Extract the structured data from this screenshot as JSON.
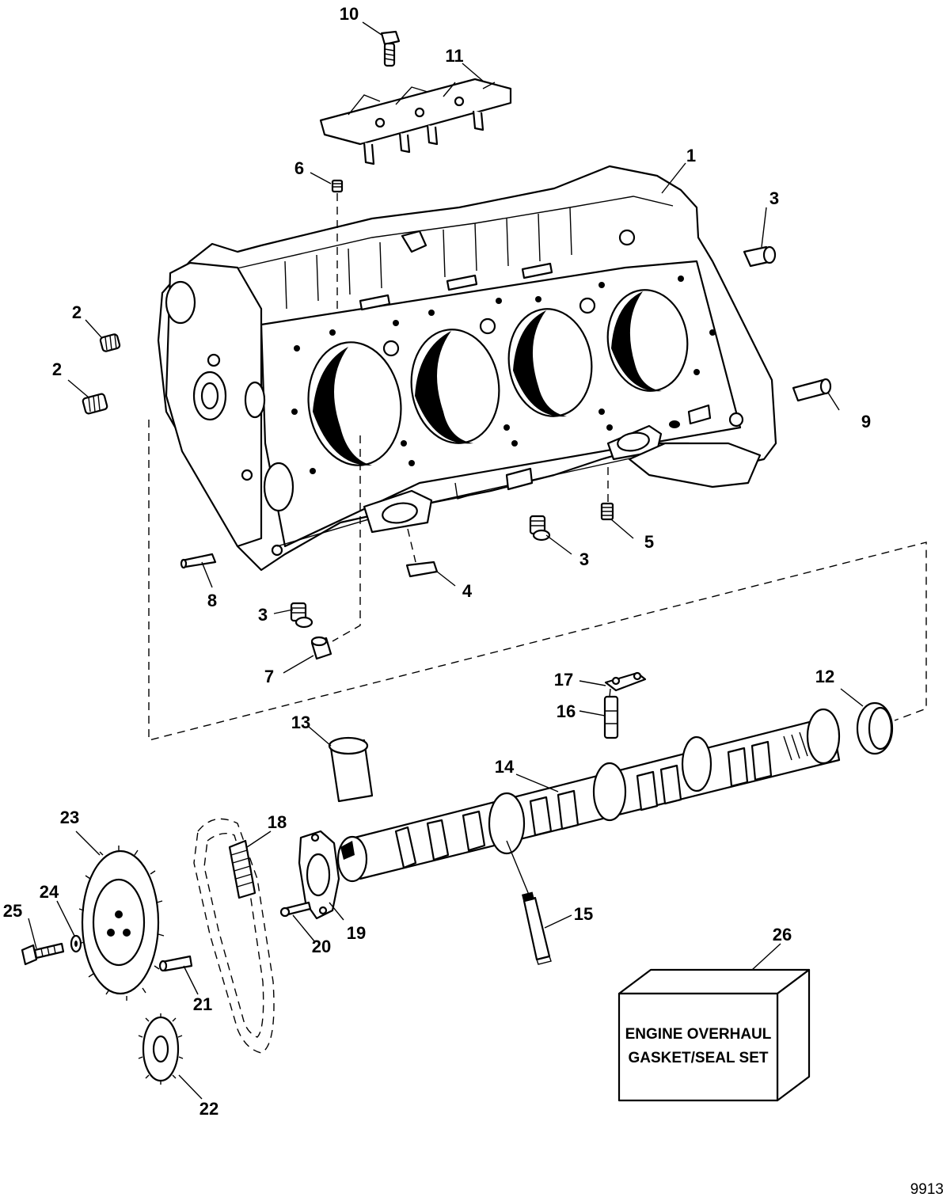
{
  "callouts": {
    "c1": "1",
    "c2a": "2",
    "c2b": "2",
    "c3a": "3",
    "c3b": "3",
    "c3c": "3",
    "c4": "4",
    "c5": "5",
    "c6": "6",
    "c7": "7",
    "c8": "8",
    "c9": "9",
    "c10": "10",
    "c11": "11",
    "c12": "12",
    "c13": "13",
    "c14": "14",
    "c15": "15",
    "c16": "16",
    "c17": "17",
    "c18": "18",
    "c19": "19",
    "c20": "20",
    "c21": "21",
    "c22": "22",
    "c23": "23",
    "c24": "24",
    "c25": "25",
    "c26": "26"
  },
  "kit_box": {
    "line1": "ENGINE OVERHAUL",
    "line2": "GASKET/SEAL SET"
  },
  "figure_number": "9913"
}
